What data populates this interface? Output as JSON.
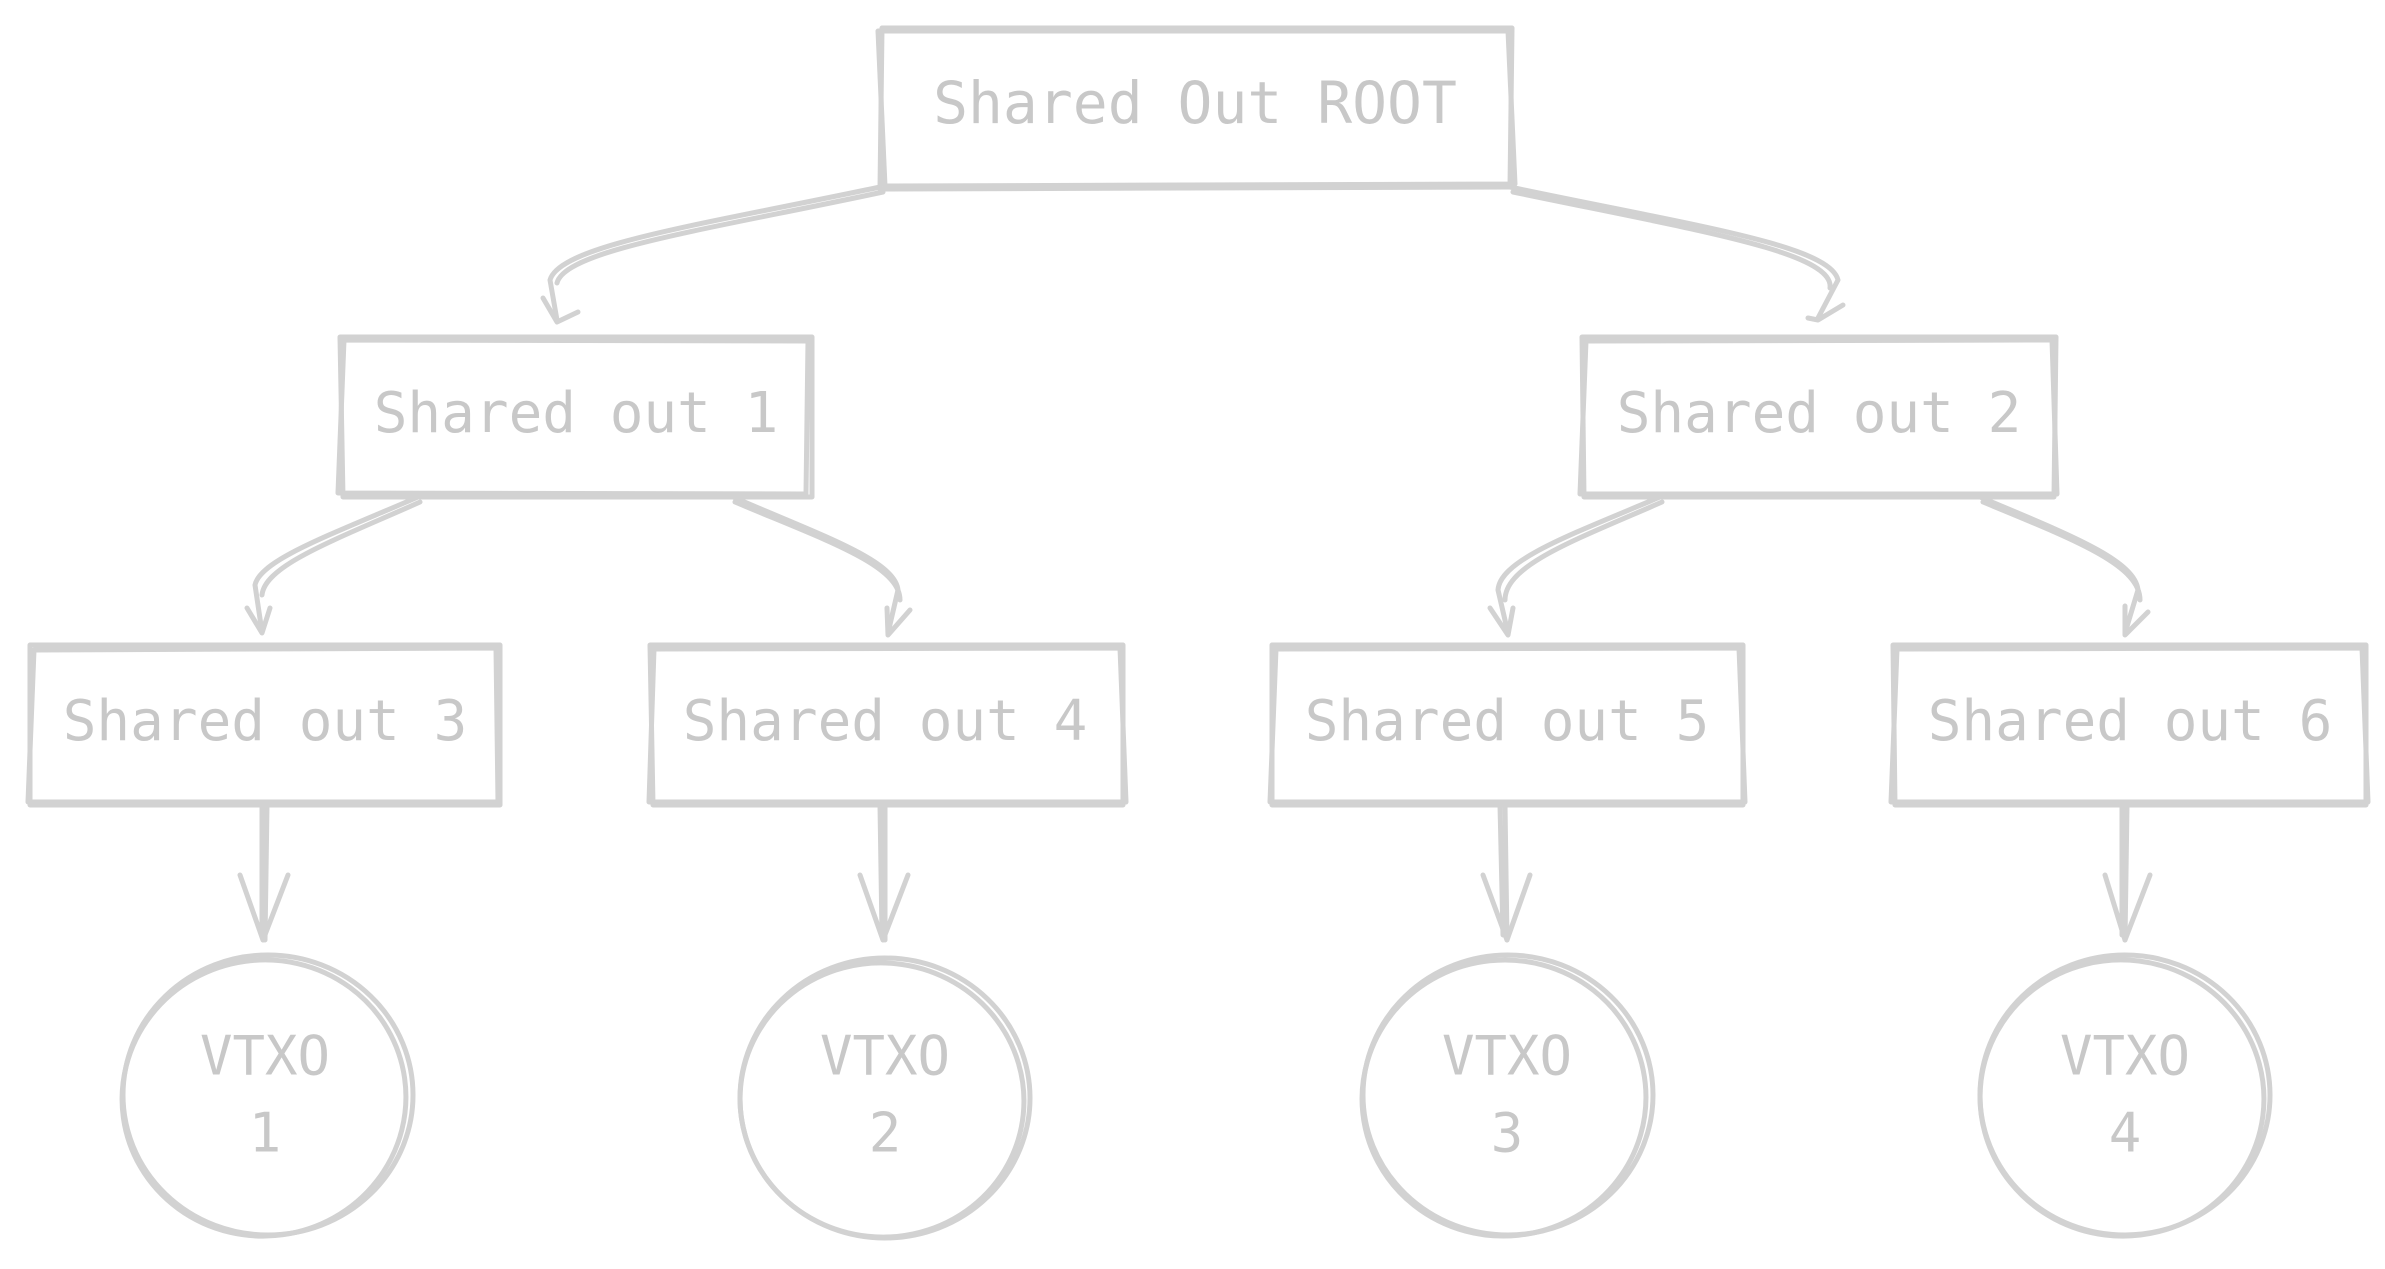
{
  "diagram": {
    "root": {
      "label": "Shared Out ROOT"
    },
    "level1": [
      {
        "label": "Shared out 1"
      },
      {
        "label": "Shared out 2"
      }
    ],
    "level2": [
      {
        "label": "Shared out 3"
      },
      {
        "label": "Shared out 4"
      },
      {
        "label": "Shared out 5"
      },
      {
        "label": "Shared out 6"
      }
    ],
    "vtxos": [
      {
        "line1": "VTXO",
        "line2": "1"
      },
      {
        "line1": "VTXO",
        "line2": "2"
      },
      {
        "line1": "VTXO",
        "line2": "3"
      },
      {
        "line1": "VTXO",
        "line2": "4"
      }
    ],
    "colors": {
      "stroke": "#d2d2d2",
      "text": "#c8c8c8",
      "background": "#ffffff"
    }
  }
}
